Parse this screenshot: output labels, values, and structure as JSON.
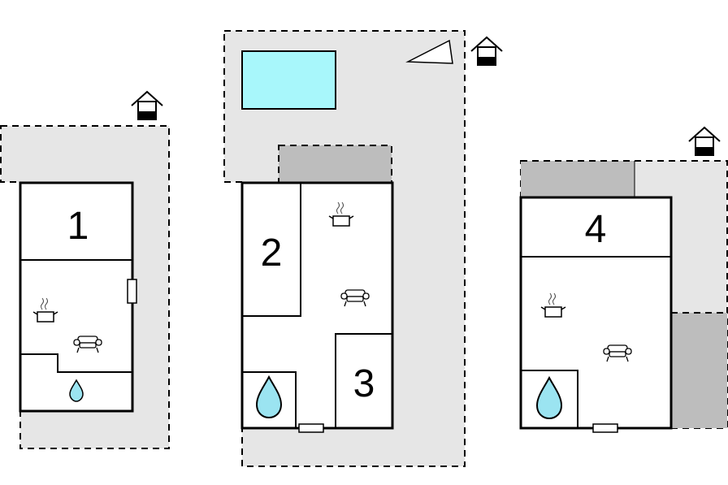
{
  "plan": {
    "colors": {
      "background": "#ffffff",
      "outdoor_area": "#e6e6e6",
      "terrace": "#bdbdbd",
      "pool": "#a8f7fb",
      "water_drop": "#9be4f1",
      "wall": "#000000"
    },
    "room_labels": {
      "room_1": "1",
      "room_2": "2",
      "room_3": "3",
      "room_4": "4"
    },
    "icons": [
      "house-entrance-icon",
      "kitchen-pot-icon",
      "sofa-icon",
      "shower-water-drop-icon",
      "pool-rectangle",
      "sun-lounger-icon",
      "window-marker"
    ]
  }
}
